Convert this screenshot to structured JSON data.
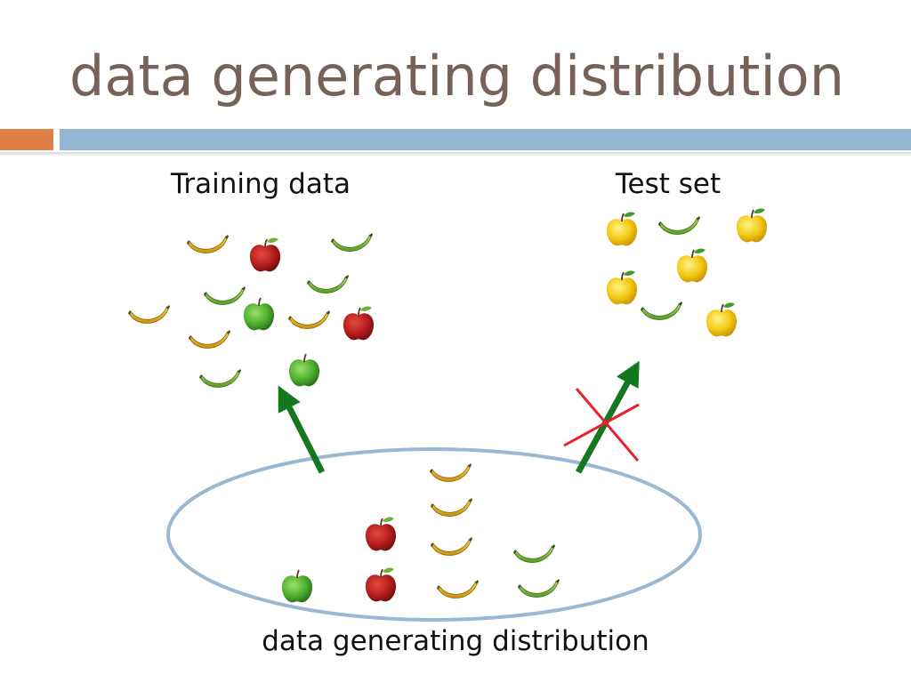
{
  "slide": {
    "title": "data generating distribution"
  },
  "labels": {
    "training": "Training data",
    "test": "Test set",
    "distribution": "data generating distribution"
  },
  "colors": {
    "title": "#76625a",
    "bar_accent": "#df8147",
    "bar_main": "#95b5d2",
    "ellipse_stroke": "#9ab8d4",
    "arrow": "#14791e",
    "cross": "#e8212a",
    "banana_yellow": "#e6b422",
    "banana_green": "#7cc23a",
    "apple_red": "#b71c1c",
    "apple_green": "#4caf2e",
    "apple_yellow": "#f2c80f"
  },
  "icons": {
    "banana": "banana-icon",
    "apple": "apple-icon",
    "arrow": "arrow-up-icon",
    "cross": "cross-icon"
  },
  "groups": {
    "training": [
      {
        "kind": "banana",
        "color": "yellow"
      },
      {
        "kind": "apple",
        "color": "red"
      },
      {
        "kind": "banana",
        "color": "green"
      },
      {
        "kind": "banana",
        "color": "green"
      },
      {
        "kind": "banana",
        "color": "green"
      },
      {
        "kind": "banana",
        "color": "yellow"
      },
      {
        "kind": "apple",
        "color": "green"
      },
      {
        "kind": "banana",
        "color": "yellow"
      },
      {
        "kind": "apple",
        "color": "red"
      },
      {
        "kind": "banana",
        "color": "yellow"
      },
      {
        "kind": "banana",
        "color": "green"
      },
      {
        "kind": "apple",
        "color": "green"
      }
    ],
    "test": [
      {
        "kind": "apple",
        "color": "yellow"
      },
      {
        "kind": "banana",
        "color": "green"
      },
      {
        "kind": "apple",
        "color": "yellow"
      },
      {
        "kind": "apple",
        "color": "yellow"
      },
      {
        "kind": "apple",
        "color": "yellow"
      },
      {
        "kind": "banana",
        "color": "green"
      },
      {
        "kind": "apple",
        "color": "yellow"
      }
    ],
    "distribution": [
      {
        "kind": "banana",
        "color": "yellow"
      },
      {
        "kind": "banana",
        "color": "yellow"
      },
      {
        "kind": "apple",
        "color": "red"
      },
      {
        "kind": "banana",
        "color": "yellow"
      },
      {
        "kind": "banana",
        "color": "green"
      },
      {
        "kind": "apple",
        "color": "green"
      },
      {
        "kind": "apple",
        "color": "red"
      },
      {
        "kind": "banana",
        "color": "yellow"
      },
      {
        "kind": "banana",
        "color": "green"
      }
    ]
  }
}
